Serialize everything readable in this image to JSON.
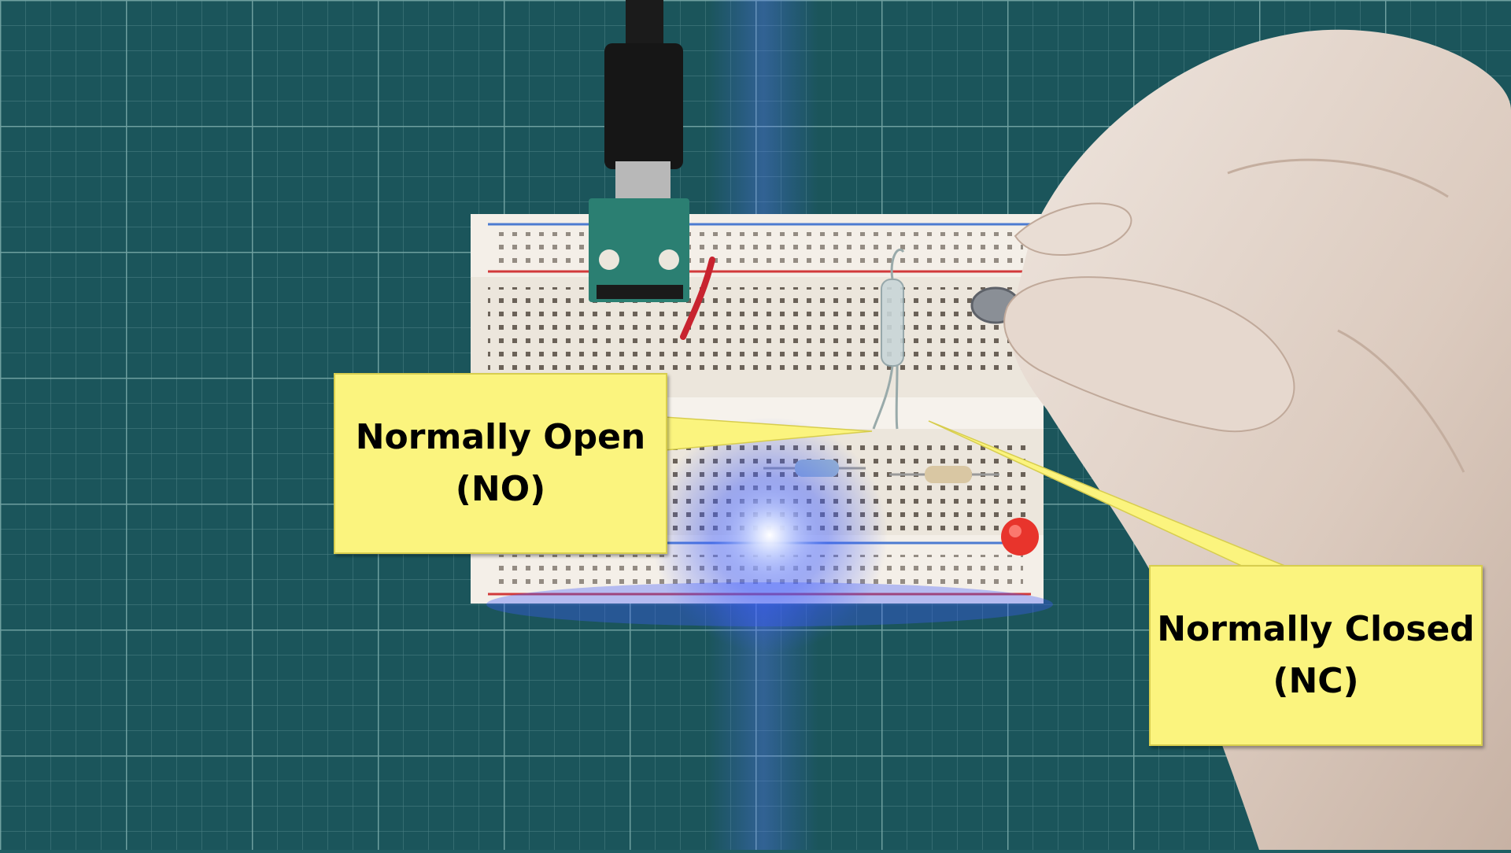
{
  "callouts": {
    "normally_open": {
      "line1": "Normally Open",
      "line2": "(NO)"
    },
    "normally_closed": {
      "line1": "Normally Closed",
      "line2": "(NC)"
    }
  },
  "colors": {
    "mat": "#1f5e63",
    "grid_line": "#8fc2c0",
    "callout_fill": "#fbf47e",
    "breadboard": "#ece6dc",
    "led_blue_glow": "#3e5dff",
    "led_red": "#e8342c"
  }
}
